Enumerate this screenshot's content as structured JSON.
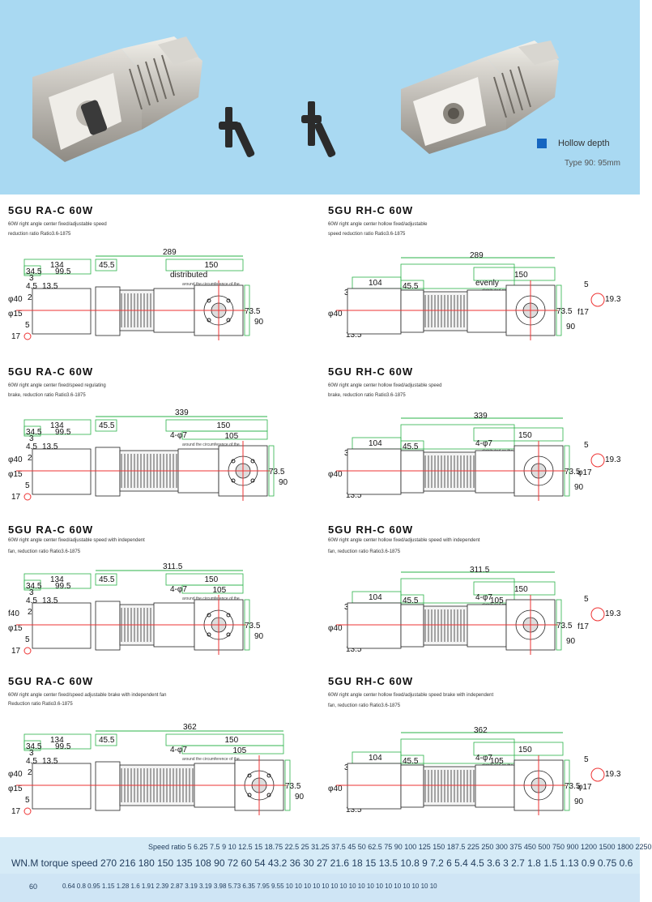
{
  "hero": {
    "legend_label": "Hollow depth",
    "type_note": "Type 90: 95mm",
    "legend_color": "#1565c0"
  },
  "sections": [
    {
      "title": "5GU RA-C 60W",
      "desc": "60W right angle center fixed/adjustable speed",
      "desc2": "reduction ratio Ratio3.6-1875",
      "total": "289",
      "kind": "RA"
    },
    {
      "title": "5GU RH-C 60W",
      "desc": "60W right angle center hollow fixed/adjustable",
      "desc2": "speed reduction ratio Ratio3.6-1875",
      "total": "289",
      "kind": "RH"
    },
    {
      "title": "5GU RA-C 60W",
      "desc": "60W right angle center fixed/speed regulating",
      "desc2": "brake, reduction ratio Ratio3.6-1875",
      "total": "339",
      "kind": "RA"
    },
    {
      "title": "5GU RH-C 60W",
      "desc": "60W right angle center hollow fixed/adjustable speed",
      "desc2": "brake, reduction ratio Ratio3.6-1875",
      "total": "339",
      "kind": "RH"
    },
    {
      "title": "5GU RA-C 60W",
      "desc": "60W right angle center fixed/adjustable speed with independent",
      "desc2": "fan, reduction ratio Ratio3.6-1875",
      "total": "311.5",
      "kind": "RA"
    },
    {
      "title": "5GU RH-C 60W",
      "desc": "60W right angle center hollow fixed/adjustable speed with independent",
      "desc2": "fan, reduction ratio Ratio3.6-1875",
      "total": "311.5",
      "kind": "RH"
    },
    {
      "title": "5GU RA-C 60W",
      "desc": "60W right angle center fixed/speed adjustable brake with independent fan",
      "desc2": "Reduction ratio Ratio3.6-1875",
      "total": "362",
      "kind": "RA"
    },
    {
      "title": "5GU RH-C 60W",
      "desc": "60W right angle center hollow fixed/adjustable speed brake with independent",
      "desc2": "fan, reduction ratio Ratio3.6-1875",
      "total": "362",
      "kind": "RH"
    }
  ],
  "dims": {
    "d134": "134",
    "d34_5": "34.5",
    "d99_5": "99.5",
    "d3": "3",
    "d4_5": "4.5",
    "d13_5": "13.5",
    "d25": "25",
    "phi40": "φ40",
    "f40": "f40",
    "phi15": "φ15",
    "d17": "17",
    "d5": "5",
    "d45_5": "45.5",
    "d150": "150",
    "d105": "105",
    "d73_5": "73.5",
    "d90": "90",
    "d104": "104",
    "d19_3": "19.3",
    "f17": "f17",
    "phi17": "φ17",
    "phi7": "4-φ7",
    "distributed": "distributed",
    "dist_note": "around the circumference of the",
    "evenly": "evenly",
    "evenly_note": "distributed on the circumference of the"
  },
  "spec": {
    "row1": "Speed ratio 5 6.25 7.5 9 10 12.5 15 18.75 22.5 25 31.25 37.5 45 50 62.5 75 90 100 125 150 187.5 225 250 300 375 450 500 750 900 1200 1500 1800 2250",
    "row2": "WN.M torque speed 270 216 180 150 135 108 90 72 60 54 43.2 36 30 27 21.6 18 15 13.5 10.8 9 7.2 6 5.4 4.5 3.6 3 2.7 1.8 1.5 1.13 0.9 0.75 0.6",
    "power": "60",
    "row3": "0.64  0.8  0.95  1.15  1.28  1.6  1.91  2.39  2.87  3.19  3.19  3.98  5.73  6.35  7.95  9.55  10  10  10  10  10  10  10  10  10  10  10  10  10  10  10  10  10"
  }
}
